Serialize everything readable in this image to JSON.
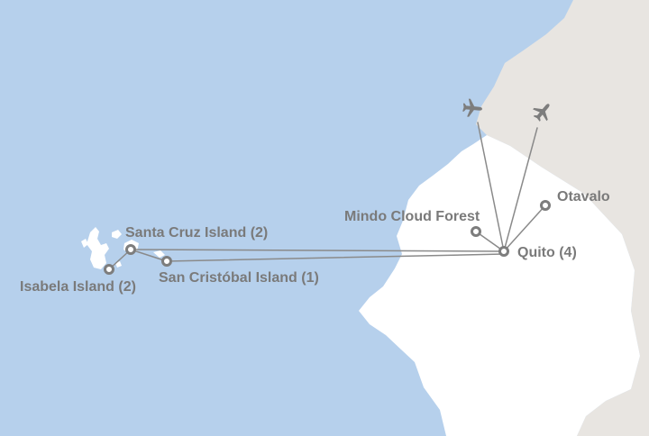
{
  "colors": {
    "ocean": "#b6d0ec",
    "ecuador_land": "#ffffff",
    "neighbor_land": "#e8e5e1",
    "route": "#8a8a8a",
    "marker": "#7d7d7d",
    "label": "#7a7a7a"
  },
  "icons": {
    "flight_arrival": "airplane-icon",
    "flight_departure": "airplane-icon"
  },
  "stops": [
    {
      "key": "mindo",
      "label": "Mindo Cloud Forest"
    },
    {
      "key": "otavalo",
      "label": "Otavalo"
    },
    {
      "key": "quito",
      "label": "Quito (4)"
    },
    {
      "key": "santa_cruz",
      "label": "Santa Cruz Island (2)"
    },
    {
      "key": "isabela",
      "label": "Isabela Island (2)"
    },
    {
      "key": "san_cristobal",
      "label": "San Cristóbal Island (1)"
    }
  ]
}
